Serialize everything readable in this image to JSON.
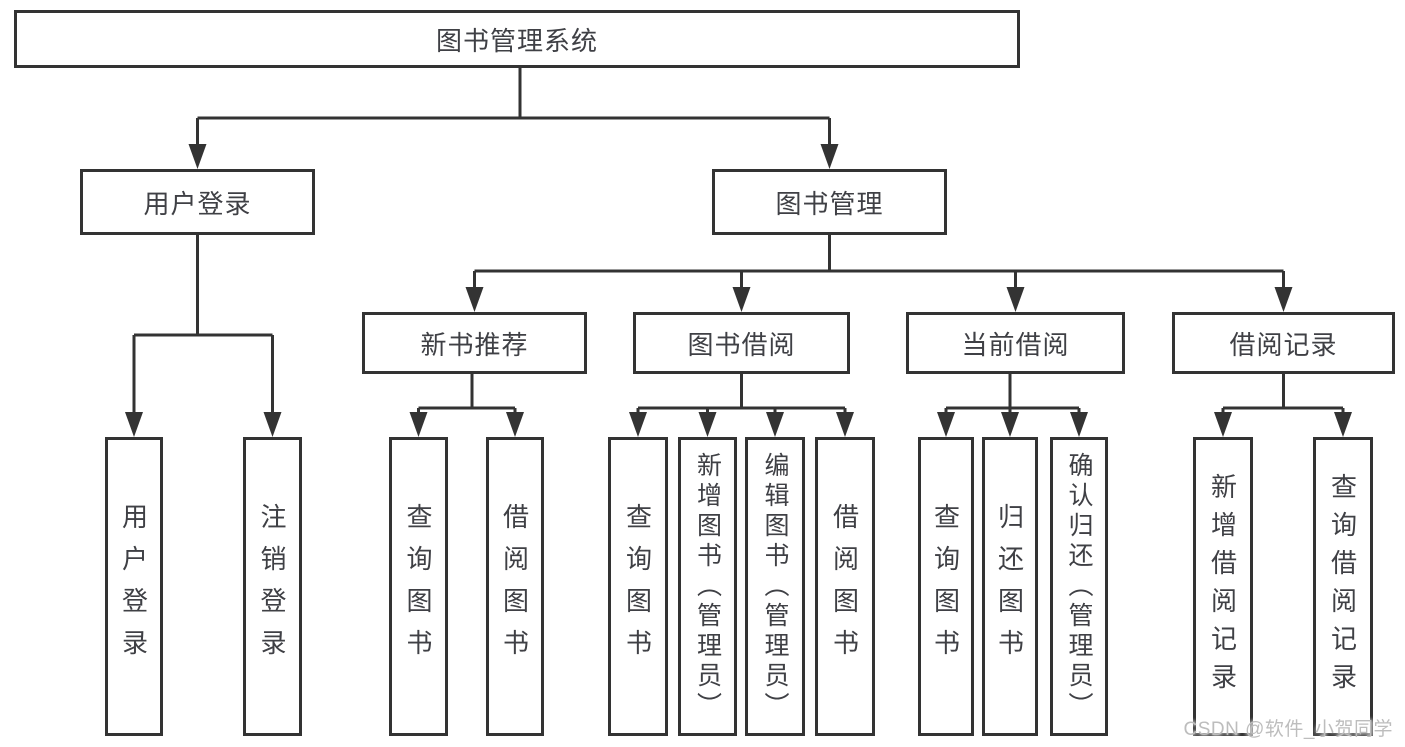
{
  "colors": {
    "line": "#333333",
    "text": "#3f4045",
    "watermark": "#bdbdbd"
  },
  "watermark": "CSDN @软件_小贺同学",
  "tree": {
    "root": "图书管理系统",
    "children": [
      {
        "label": "用户登录",
        "children": [
          "用户登录",
          "注销登录"
        ]
      },
      {
        "label": "图书管理",
        "children": [
          {
            "label": "新书推荐",
            "children": [
              "查询图书",
              "借阅图书"
            ]
          },
          {
            "label": "图书借阅",
            "children": [
              "查询图书",
              "新增图书（管理员）",
              "编辑图书（管理员）",
              "借阅图书"
            ]
          },
          {
            "label": "当前借阅",
            "children": [
              "查询图书",
              "归还图书",
              "确认归还（管理员）"
            ]
          },
          {
            "label": "借阅记录",
            "children": [
              "新增借阅记录",
              "查询借阅记录"
            ]
          }
        ]
      }
    ]
  }
}
